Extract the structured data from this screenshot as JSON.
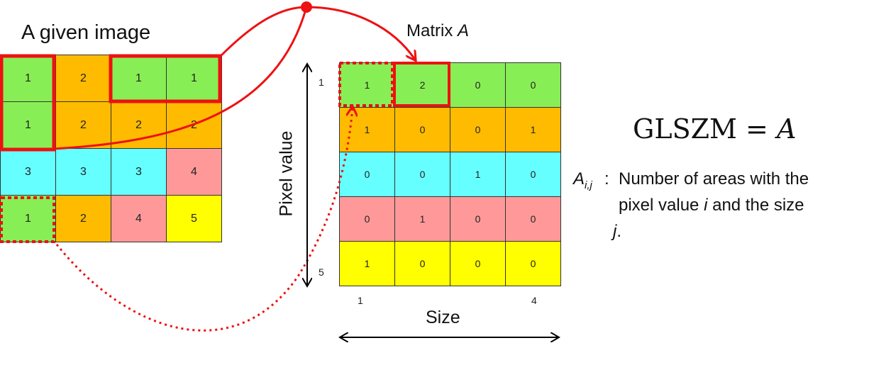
{
  "title": "A given image",
  "matrix_label": {
    "text": "Matrix ",
    "var": "A"
  },
  "image": {
    "rows": [
      [
        1,
        2,
        1,
        1
      ],
      [
        1,
        2,
        2,
        2
      ],
      [
        3,
        3,
        3,
        4
      ],
      [
        1,
        2,
        4,
        5
      ]
    ]
  },
  "matrix": {
    "rows": [
      [
        1,
        2,
        0,
        0
      ],
      [
        1,
        0,
        0,
        1
      ],
      [
        0,
        0,
        1,
        0
      ],
      [
        0,
        1,
        0,
        0
      ],
      [
        1,
        0,
        0,
        0
      ]
    ]
  },
  "row_colors": {
    "1": "#88ee55",
    "2": "#ffbb00",
    "3": "#66ffff",
    "4": "#ff9999",
    "5": "#ffff00"
  },
  "axes": {
    "y_label": "Pixel value",
    "y_min": "1",
    "y_max": "5",
    "x_label": "Size",
    "x_min": "1",
    "x_max": "4"
  },
  "equation": {
    "lhs": "GLSZM",
    "op": "=",
    "rhs": "A"
  },
  "definition": {
    "symbol": "A",
    "subscript": "i,j",
    "separator": ":",
    "line1": "Number of areas with the",
    "line2_pre": "pixel value ",
    "line2_var_i": "i",
    "line2_mid": " and the size",
    "line3_var_j": "j",
    "line3_post": "."
  },
  "highlight_color": "#ee1111"
}
